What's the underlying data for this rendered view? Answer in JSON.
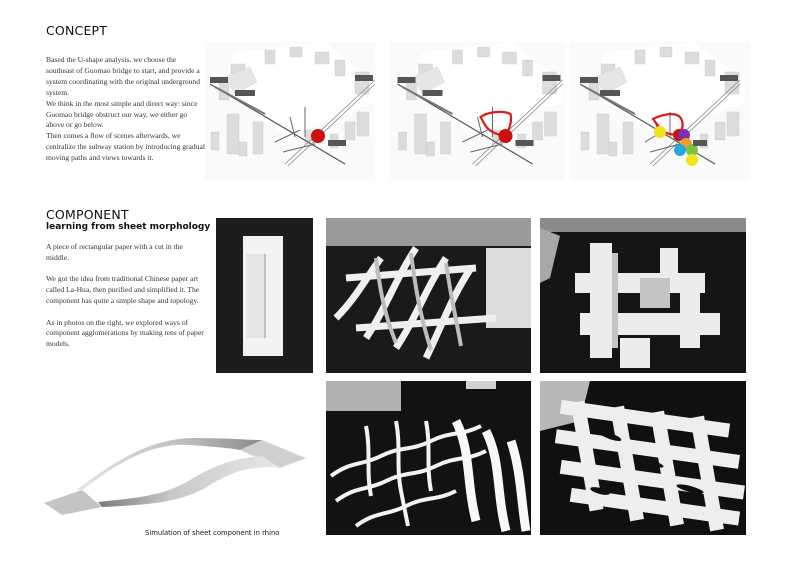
{
  "concept": {
    "title": "CONCEPT",
    "paragraphs": [
      "Based the U-shape analysis, we choose the southeast of Guomao bridge to start, and provide a system coordinating with the original underground system.",
      "We think in the most simple and direct way: since Guomao bridge obstruct our way, we either go above or go below.",
      "Then comes a flow of scenes afterwards, we centralize the subway station by introducing gradual moving paths and views towards it."
    ],
    "maps": [
      {
        "name": "map-step-1-station-point",
        "markers": [
          {
            "color": "#cc1111"
          }
        ],
        "path": false
      },
      {
        "name": "map-step-2-loop-path",
        "markers": [
          {
            "color": "#cc1111"
          }
        ],
        "path": true
      },
      {
        "name": "map-step-3-scene-points",
        "markers": [
          {
            "color": "#f2e21a"
          },
          {
            "color": "#cc1111"
          },
          {
            "color": "#7b2fa8"
          },
          {
            "color": "#f0a020"
          },
          {
            "color": "#29a8e0"
          },
          {
            "color": "#7cc242"
          },
          {
            "color": "#f2e21a"
          }
        ],
        "path": true
      }
    ],
    "colors": {
      "path": "#d81b1b",
      "rail": "#555555",
      "buildings": "#d8d8d8"
    }
  },
  "component": {
    "title": "COMPONENT",
    "subtitle": "learning from sheet morphology",
    "paragraphs": [
      "A piece of rectangular paper with a cut in the middle.",
      "We got the idea from traditional Chinese paper art called La-Hua, then purified and simplified it. The component has quite a simple shape and topology.",
      "As in photos on the right, we explored ways of component agglomerations by making tens of paper models."
    ],
    "photos": [
      {
        "name": "photo-paper-strip-with-cut"
      },
      {
        "name": "photo-paper-model-1"
      },
      {
        "name": "photo-paper-model-2"
      },
      {
        "name": "photo-paper-model-3"
      },
      {
        "name": "photo-paper-model-4"
      }
    ],
    "rhino_caption": "Simulation of sheet component in rhino"
  }
}
